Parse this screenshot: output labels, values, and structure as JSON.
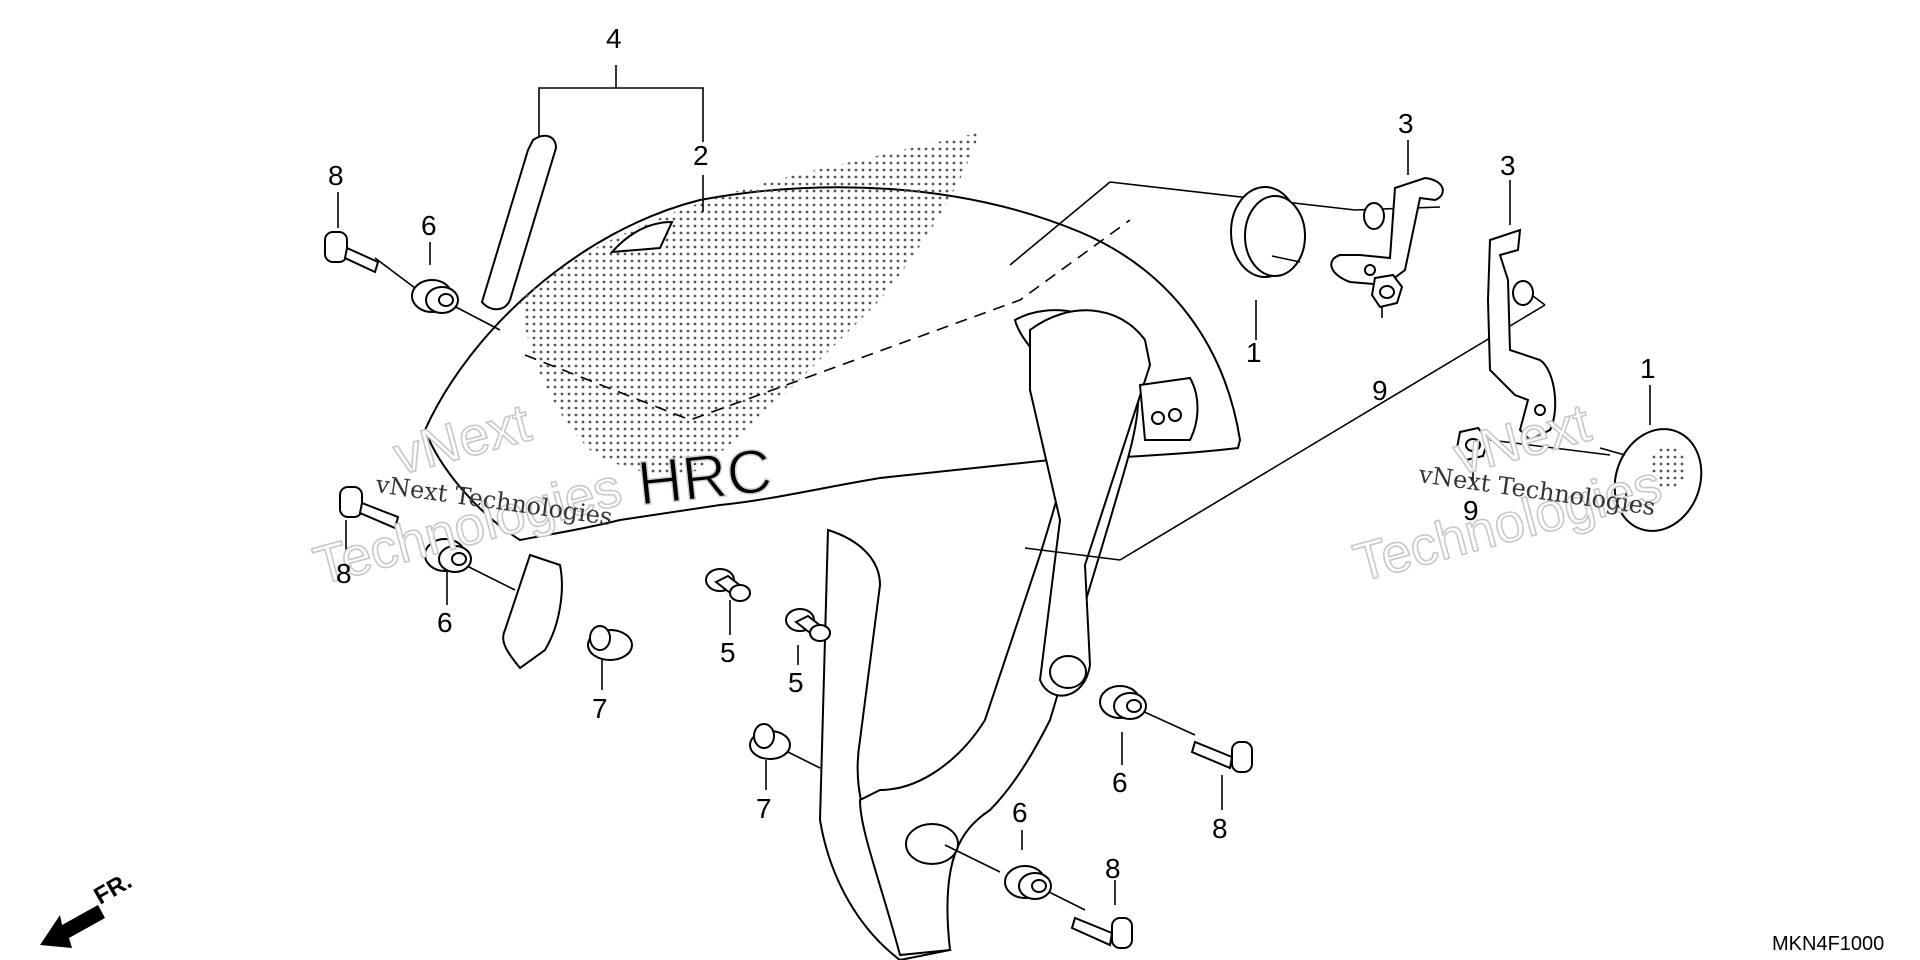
{
  "diagram_code": "MKN4F1000",
  "direction_label": "FR.",
  "watermark": {
    "line1": "vNext",
    "line2": "Technologies",
    "small": "vNext Technologies"
  },
  "callouts": [
    {
      "id": "c4",
      "label": "4"
    },
    {
      "id": "c2",
      "label": "2"
    },
    {
      "id": "c8a",
      "label": "8"
    },
    {
      "id": "c6a",
      "label": "6"
    },
    {
      "id": "c8b",
      "label": "8"
    },
    {
      "id": "c6b",
      "label": "6"
    },
    {
      "id": "c7a",
      "label": "7"
    },
    {
      "id": "c5a",
      "label": "5"
    },
    {
      "id": "c5b",
      "label": "5"
    },
    {
      "id": "c7b",
      "label": "7"
    },
    {
      "id": "c6c",
      "label": "6"
    },
    {
      "id": "c8c",
      "label": "8"
    },
    {
      "id": "c6d",
      "label": "6"
    },
    {
      "id": "c8d",
      "label": "8"
    },
    {
      "id": "c3a",
      "label": "3"
    },
    {
      "id": "c1a",
      "label": "1"
    },
    {
      "id": "c9a",
      "label": "9"
    },
    {
      "id": "c3b",
      "label": "3"
    },
    {
      "id": "c1b",
      "label": "1"
    },
    {
      "id": "c9b",
      "label": "9"
    }
  ]
}
